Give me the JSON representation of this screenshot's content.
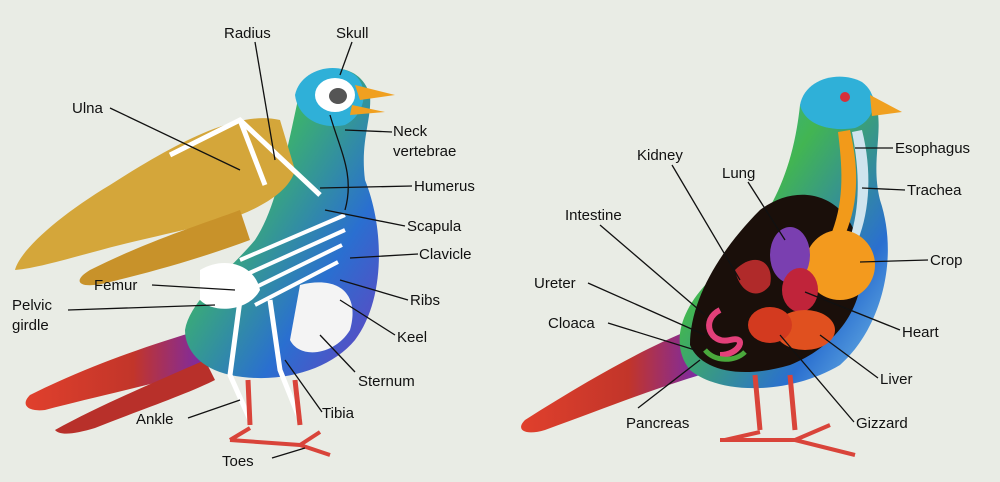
{
  "skeleton": {
    "labels": {
      "radius": "Radius",
      "skull": "Skull",
      "ulna": "Ulna",
      "neck1": "Neck",
      "neck2": "vertebrae",
      "humerus": "Humerus",
      "scapula": "Scapula",
      "clavicle": "Clavicle",
      "femur": "Femur",
      "ribs": "Ribs",
      "pelvic1": "Pelvic",
      "pelvic2": "girdle",
      "keel": "Keel",
      "sternum": "Sternum",
      "ankle": "Ankle",
      "tibia": "Tibia",
      "toes": "Toes"
    }
  },
  "organs": {
    "labels": {
      "kidney": "Kidney",
      "lung": "Lung",
      "esophagus": "Esophagus",
      "trachea": "Trachea",
      "intestine": "Intestine",
      "crop": "Crop",
      "ureter": "Ureter",
      "cloaca": "Cloaca",
      "heart": "Heart",
      "liver": "Liver",
      "pancreas": "Pancreas",
      "gizzard": "Gizzard"
    }
  },
  "colors": {
    "background": "#e9ece5",
    "wing": "#d4a63a",
    "tail": "#c4382a",
    "body_blue": "#2f6fcf",
    "body_green": "#3aaa5a",
    "bone": "#ffffff",
    "organ_orange": "#f39a1e",
    "legs": "#d9443a"
  }
}
